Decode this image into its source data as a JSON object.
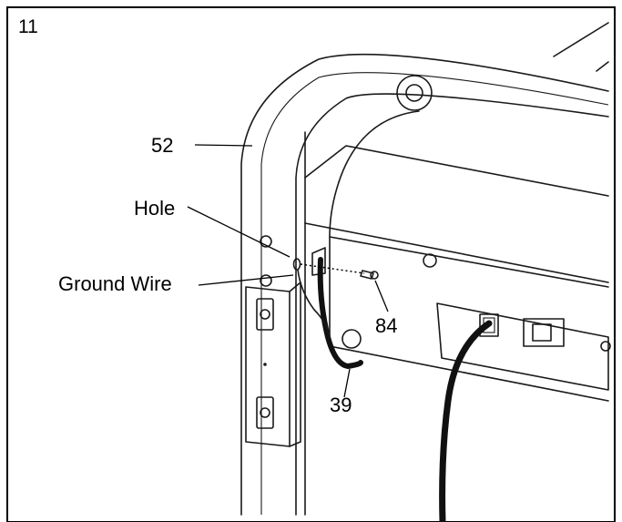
{
  "step_number": "11",
  "labels": {
    "part_52": "52",
    "hole": "Hole",
    "ground_wire": "Ground Wire",
    "part_84": "84",
    "part_39": "39"
  },
  "colors": {
    "line": "#1a1a1a",
    "frame_border": "#000000",
    "cable": "#111111",
    "background": "#ffffff"
  }
}
